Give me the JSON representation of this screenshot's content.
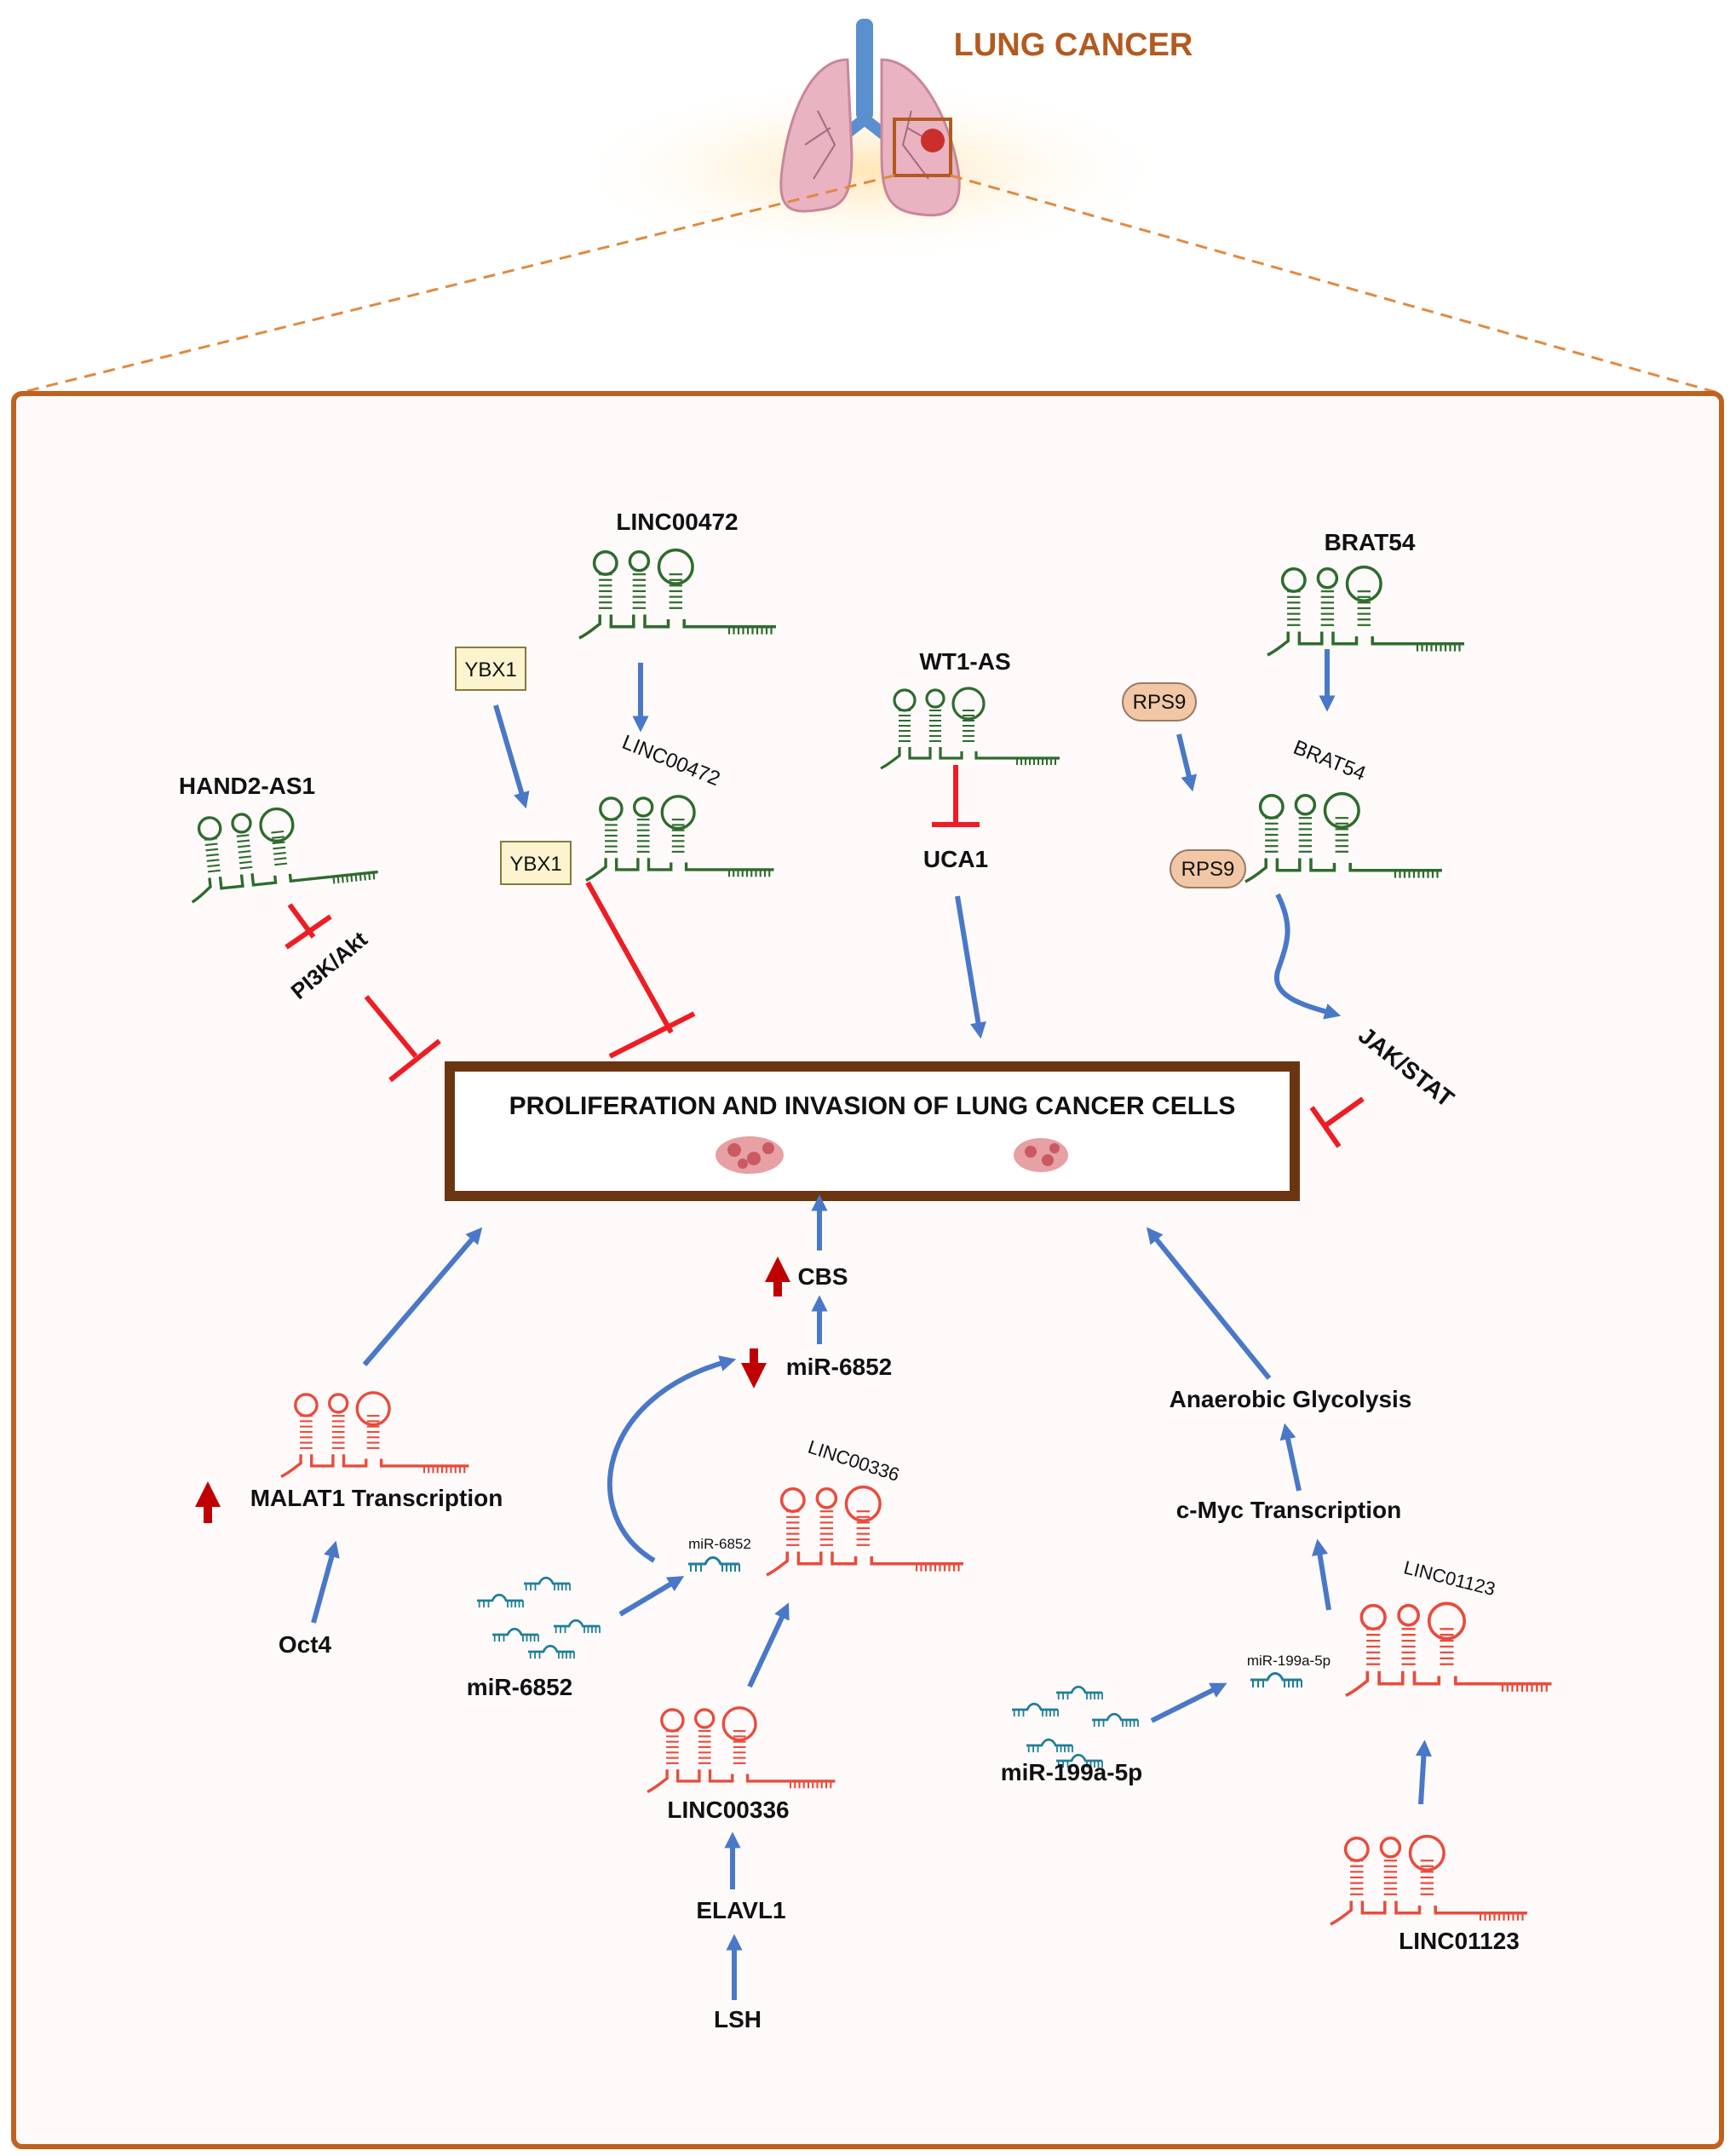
{
  "title": "LUNG CANCER",
  "central_box": "PROLIFERATION AND INVASION OF LUNG CANCER CELLS",
  "labels": {
    "linc00472": "LINC00472",
    "brat54": "BRAT54",
    "ybx1": "YBX1",
    "wt1_as": "WT1-AS",
    "rps9": "RPS9",
    "hand2_as1": "HAND2-AS1",
    "uca1": "UCA1",
    "pi3k_akt": "PI3K/Akt",
    "jak_stat": "JAK/STAT",
    "cbs": "CBS",
    "mir6852": "miR-6852",
    "malat1": "MALAT1 Transcription",
    "oct4": "Oct4",
    "linc00336": "LINC00336",
    "elavl1": "ELAVL1",
    "lsh": "LSH",
    "anaerobic": "Anaerobic Glycolysis",
    "cmyc": "c-Myc Transcription",
    "linc01123": "LINC01123",
    "mir199a": "miR-199a-5p"
  },
  "colors": {
    "brown": "#b35a1f",
    "box_border": "#6b3512",
    "blue_arrow": "#4a78c8",
    "red_inhibit": "#ee1c24",
    "green_rna": "#2e6b2e",
    "red_rna": "#e84c3d",
    "teal_mirna": "#1f7f9a",
    "up_red": "#c00000"
  }
}
